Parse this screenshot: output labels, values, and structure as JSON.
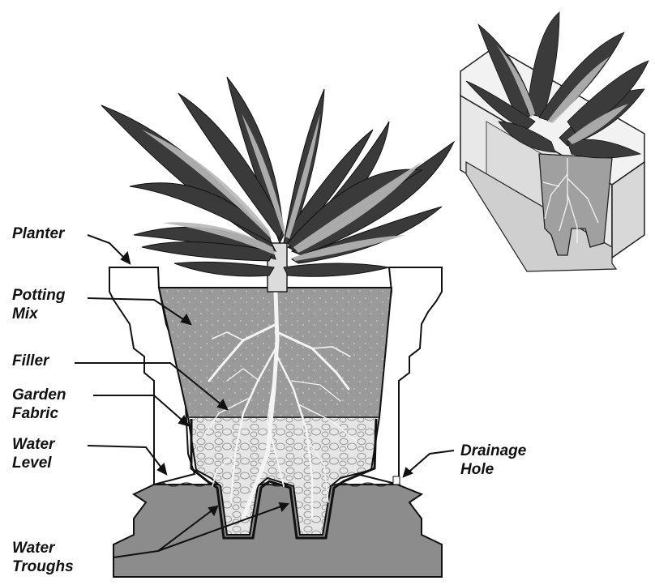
{
  "labels": {
    "planter": "Planter",
    "potting_mix": [
      "Potting",
      "Mix"
    ],
    "filler": "Filler",
    "garden_fabric": [
      "Garden",
      "Fabric"
    ],
    "water_level": [
      "Water",
      "Level"
    ],
    "drainage_hole": [
      "Drainage",
      "Hole"
    ],
    "water_troughs": [
      "Water",
      "Troughs"
    ]
  },
  "colors": {
    "potting_mix": "#9a9a9a",
    "water": "#8c8c8c",
    "planter_wall": "#ffffff",
    "outline": "#111111",
    "foliage_dark": "#3a3a3a",
    "foliage_light": "#bdbdbd",
    "filler": "#dcdcdc",
    "roots": "#f4f4f4"
  }
}
